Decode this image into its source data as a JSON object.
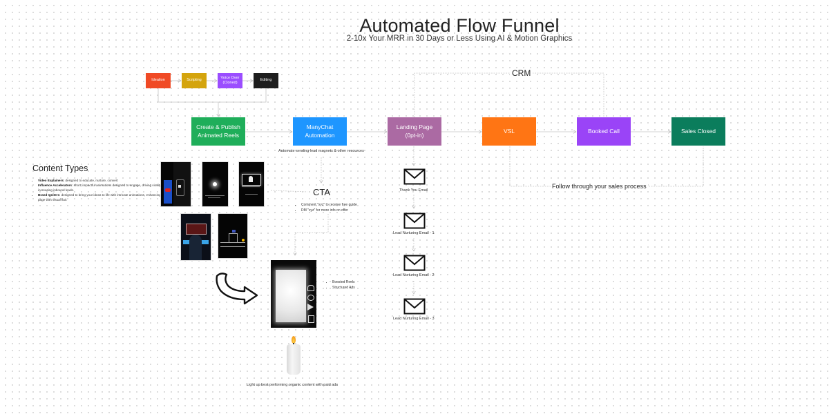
{
  "header": {
    "title": "Automated Flow Funnel",
    "subtitle": "2-10x Your MRR in 30 Days or Less Using AI & Motion Graphics"
  },
  "production_steps": [
    {
      "label": "Ideation",
      "color": "#f04a25"
    },
    {
      "label": "Scripting",
      "color": "#d4a40d"
    },
    {
      "label": "Voice Over (Cloned)",
      "color": "#9b4dff"
    },
    {
      "label": "Editing",
      "color": "#1e1e1e"
    }
  ],
  "funnel_nodes": [
    {
      "label": "Create & Publish Animated Reels",
      "color": "#1fae5a"
    },
    {
      "label": "ManyChat Automation",
      "color": "#1e96ff"
    },
    {
      "label": "Landing Page (0pt-in)",
      "color": "#ab6aa3"
    },
    {
      "label": "VSL",
      "color": "#ff7514"
    },
    {
      "label": "Booked Call",
      "color": "#9a44f7"
    },
    {
      "label": "Sales Closed",
      "color": "#0b7d5c"
    }
  ],
  "manychat_caption": "Automate sending lead magnets & other resources",
  "crm_label": "CRM",
  "follow_label": "Follow through your sales process",
  "content_types": {
    "title": "Content Types",
    "items": [
      {
        "name": "Video Explainers",
        "desc": ": designed to educate, nurture, convert"
      },
      {
        "name": "Influence Accelerators",
        "desc": ": short, impactful animations designed to engage, driving virality and increasing inbound leads."
      },
      {
        "name": "Brand Igniters",
        "desc": ": designed to bring your ideas to life with intricate animations, enhancing your page with visual flair."
      }
    ]
  },
  "reel_thumbnails": [
    {
      "name": "reel-explainer-person"
    },
    {
      "name": "reel-glowing-orb"
    },
    {
      "name": "reel-profile-card"
    },
    {
      "name": "reel-person-monitor"
    },
    {
      "name": "reel-pixel-game"
    }
  ],
  "cta": {
    "title": "CTA",
    "items": [
      "Comment \"xyz\" to receive free guide",
      "DM \"xyz\" for more info on offer"
    ]
  },
  "boost": {
    "items": [
      "Boosted Reels",
      "Structured Ads"
    ]
  },
  "candle_caption": "Light up best performing organic content with paid ads",
  "emails": [
    {
      "label": "Thank You Email"
    },
    {
      "label": "Lead Nurturing Email - 1"
    },
    {
      "label": "Lead Nurturing Email - 2"
    },
    {
      "label": "Lead Nurturing Email - 3"
    }
  ]
}
